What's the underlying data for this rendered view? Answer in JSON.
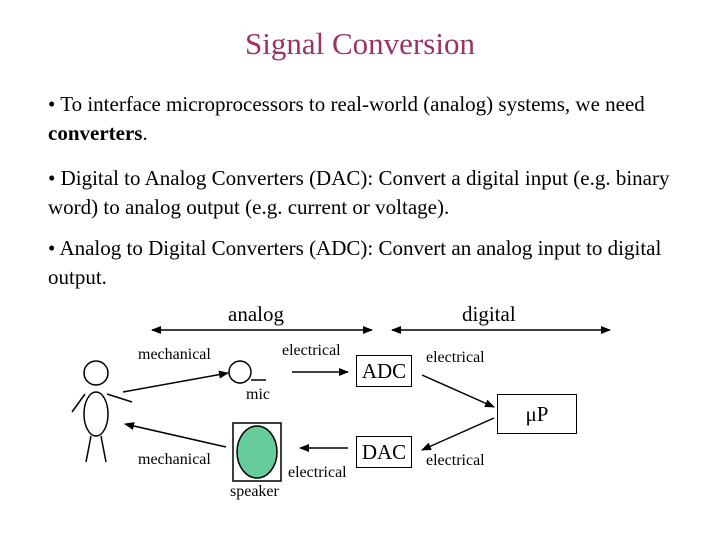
{
  "title": "Signal Conversion",
  "bullets": [
    {
      "pre": "• To interface microprocessors to real-world (analog) systems, we need ",
      "bold": "converters",
      "post": "."
    },
    {
      "text": "• Digital to Analog Converters (DAC):  Convert a digital input (e.g. binary word) to analog output (e.g. current or voltage)."
    },
    {
      "text": "• Analog to Digital Converters (ADC):  Convert an analog input to digital output."
    }
  ],
  "diagram": {
    "analog": "analog",
    "digital": "digital",
    "mechanical_top": "mechanical",
    "electrical_mic": "electrical",
    "mic": "mic",
    "adc": "ADC",
    "electrical_adc": "electrical",
    "up": "μP",
    "mechanical_bottom": "mechanical",
    "dac": "DAC",
    "electrical_speaker": "electrical",
    "speaker": "speaker",
    "electrical_dac": "electrical",
    "speaker_color": "#66cc99"
  }
}
